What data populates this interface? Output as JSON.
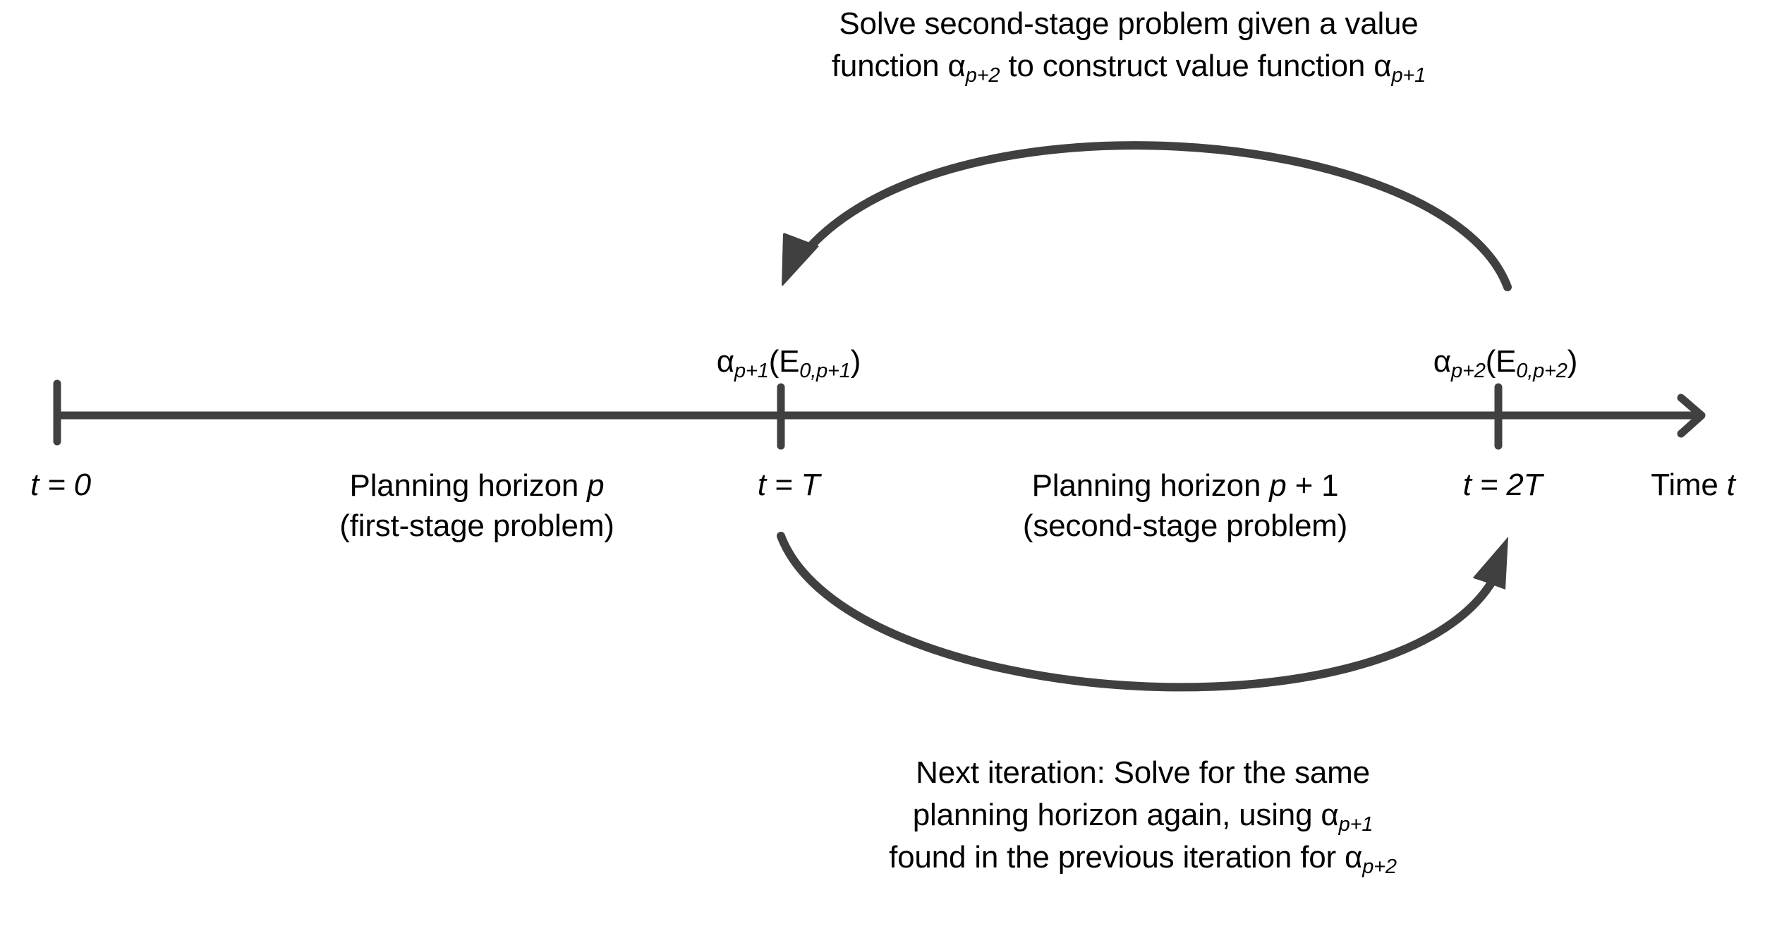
{
  "figure": {
    "type": "timeline-diagram",
    "background_color": "#ffffff",
    "line_color": "#404040",
    "text_color": "#000000",
    "top_caption": {
      "line1": "Solve second-stage problem given a value",
      "line2_pre": "function ",
      "line2_alpha1": "α",
      "line2_sub1": "p+2",
      "line2_mid": " to construct value function ",
      "line2_alpha2": "α",
      "line2_sub2": "p+1"
    },
    "bottom_caption": {
      "line1": "Next iteration: Solve for the same",
      "line2_pre": "planning horizon again, using ",
      "line2_alpha": "α",
      "line2_sub": "p+1",
      "line3_pre": "found in the previous iteration for ",
      "line3_alpha": "α",
      "line3_sub": "p+2"
    },
    "axis": {
      "time_label_pre": "Time ",
      "time_label_var": "t",
      "ticks": [
        {
          "id": "t0",
          "var": "t",
          "eq": " = ",
          "value": "0"
        },
        {
          "id": "tT",
          "var": "t",
          "eq": " = ",
          "value": "T"
        },
        {
          "id": "t2T",
          "var": "t",
          "eq": " = ",
          "value": "2T"
        }
      ]
    },
    "value_functions": [
      {
        "id": "alpha-p1",
        "alpha": "α",
        "sub": "p+1",
        "open": "(E",
        "arg_sub": "0,p+1",
        "close": ")"
      },
      {
        "id": "alpha-p2",
        "alpha": "α",
        "sub": "p+2",
        "open": "(E",
        "arg_sub": "0,p+2",
        "close": ")"
      }
    ],
    "horizons": [
      {
        "id": "horizon-p",
        "line1_pre": "Planning horizon ",
        "line1_var": "p",
        "line2": "(first-stage problem)"
      },
      {
        "id": "horizon-p1",
        "line1_pre": "Planning horizon ",
        "line1_var": "p",
        "line1_post": " + 1",
        "line2": "(second-stage problem)"
      }
    ]
  }
}
